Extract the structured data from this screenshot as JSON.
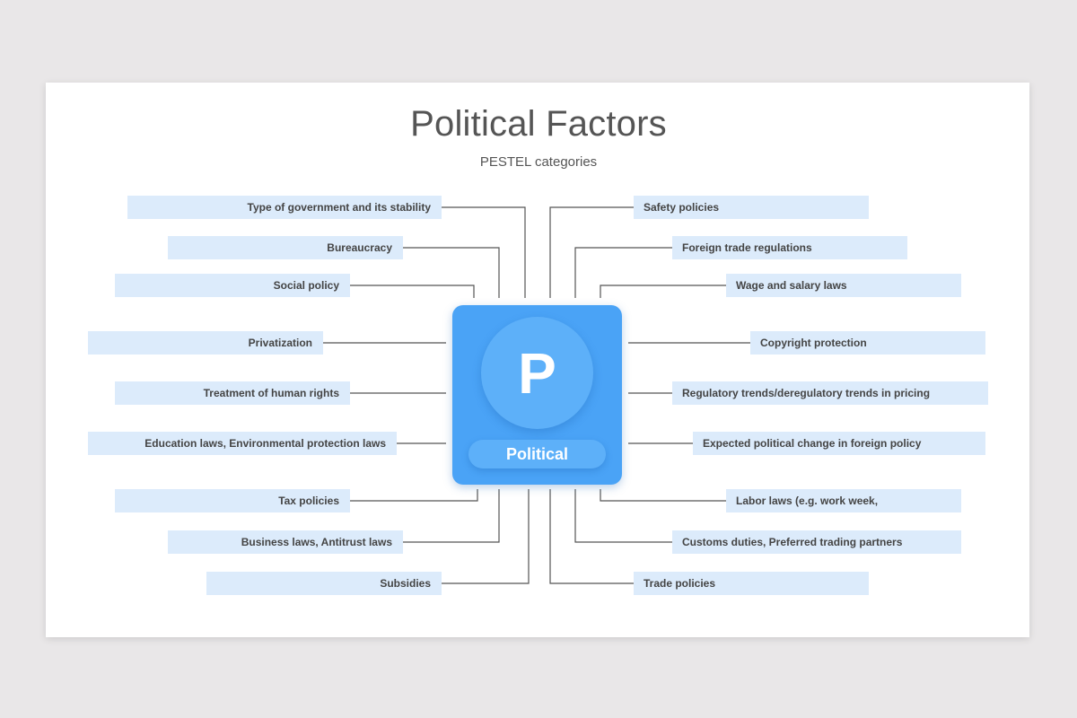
{
  "slide": {
    "title": "Political Factors",
    "subtitle": "PESTEL categories"
  },
  "center": {
    "letter": "P",
    "label": "Political"
  },
  "left_items": [
    "Type of government and its stability",
    "Bureaucracy",
    "Social policy",
    "Privatization",
    "Treatment of human rights",
    "Education laws, Environmental protection laws",
    "Tax policies",
    "Business laws, Antitrust laws",
    "Subsidies"
  ],
  "right_items": [
    "Safety policies",
    "Foreign trade regulations",
    "Wage and salary laws",
    "Copyright protection",
    "Regulatory trends/deregulatory  trends in pricing",
    "Expected political change in foreign policy",
    "Labor laws (e.g. work week,",
    "Customs duties, Preferred  trading partners",
    "Trade policies"
  ],
  "colors": {
    "background": "#e9e7e8",
    "label_fill": "#dcebfb",
    "accent": "#4aa3f6",
    "accent_light": "#5db0f9",
    "text": "#444444"
  }
}
